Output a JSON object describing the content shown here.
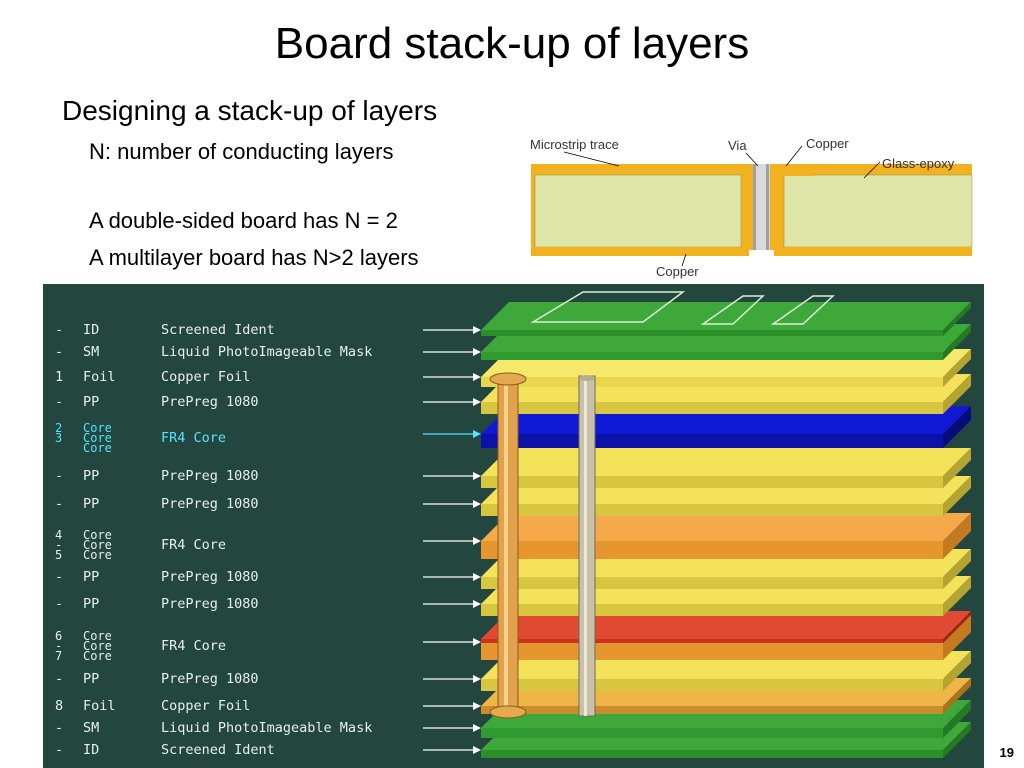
{
  "slide": {
    "title": "Board stack-up of layers",
    "subtitle": "Designing a stack-up of layers",
    "lines": [
      "N: number of conducting layers",
      "A double-sided board has N = 2",
      "A multilayer board has N>2 layers"
    ],
    "page_number": "19"
  },
  "cross_section": {
    "labels": {
      "microstrip": "Microstrip trace",
      "via": "Via",
      "copper_top": "Copper",
      "glass_epoxy": "Glass-epoxy",
      "copper_bottom": "Copper"
    },
    "colors": {
      "copper": "#f2b21f",
      "epoxy": "#dfe5a6",
      "via": "#d9d9d9"
    }
  },
  "stackup": {
    "rows": [
      {
        "num": "-",
        "type": "ID",
        "desc": "Screened Ident"
      },
      {
        "num": "-",
        "type": "SM",
        "desc": "Liquid PhotoImageable Mask"
      },
      {
        "num": "1",
        "type": "Foil",
        "desc": "Copper Foil"
      },
      {
        "num": "-",
        "type": "PP",
        "desc": "PrePreg 1080"
      },
      {
        "num": "2\n3",
        "type": "Core\nCore\nCore",
        "desc": "FR4 Core",
        "highlight": true
      },
      {
        "num": "-",
        "type": "PP",
        "desc": "PrePreg 1080"
      },
      {
        "num": "-",
        "type": "PP",
        "desc": "PrePreg 1080"
      },
      {
        "num": "4\n-\n5",
        "type": "Core\nCore\nCore",
        "desc": "FR4 Core"
      },
      {
        "num": "-",
        "type": "PP",
        "desc": "PrePreg 1080"
      },
      {
        "num": "-",
        "type": "PP",
        "desc": "PrePreg 1080"
      },
      {
        "num": "6\n-\n7",
        "type": "Core\nCore\nCore",
        "desc": "FR4 Core"
      },
      {
        "num": "-",
        "type": "PP",
        "desc": "PrePreg 1080"
      },
      {
        "num": "8",
        "type": "Foil",
        "desc": "Copper Foil"
      },
      {
        "num": "-",
        "type": "SM",
        "desc": "Liquid PhotoImageable Mask"
      },
      {
        "num": "-",
        "type": "ID",
        "desc": "Screened Ident"
      }
    ],
    "colors": {
      "background": "#23463f",
      "solder_mask": "#3fa83a",
      "prepreg": "#f3e25a",
      "core": "#f5a94a",
      "highlight_core": "#1019d6",
      "copper_red": "#c8321e"
    }
  }
}
